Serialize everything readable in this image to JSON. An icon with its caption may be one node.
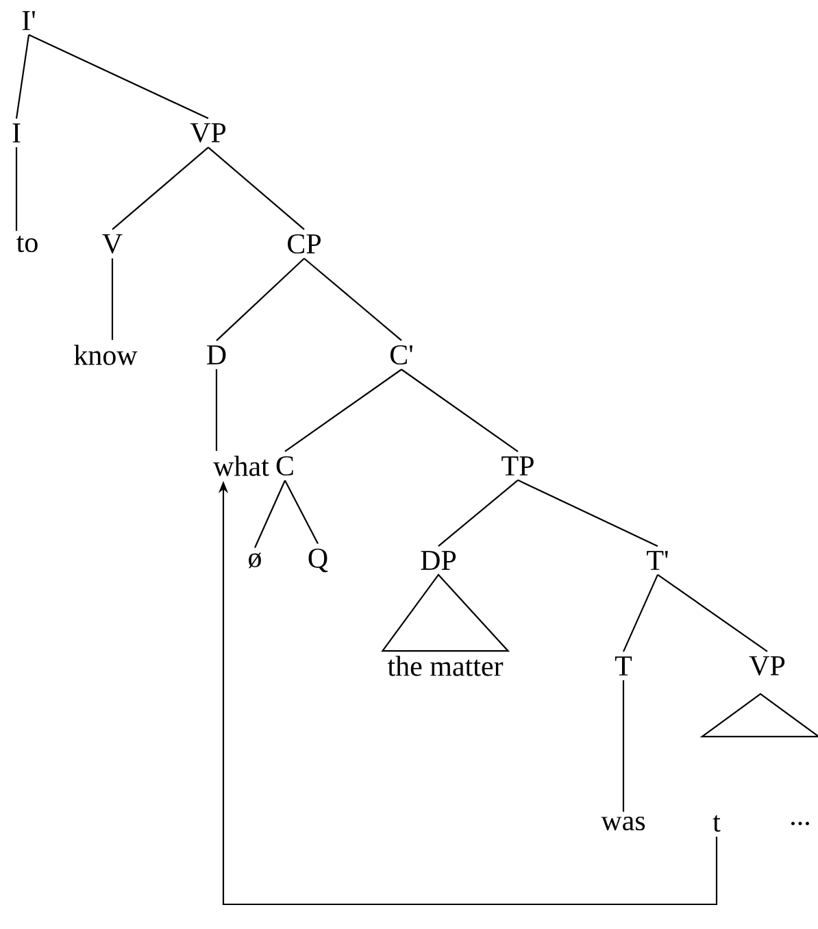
{
  "diagram": {
    "nodes": [
      {
        "text": [
          "I'"
        ]
      },
      {
        "text": [
          "I"
        ]
      },
      {
        "text": [
          "VP"
        ]
      },
      {
        "text": [
          "to"
        ]
      },
      {
        "text": [
          "V"
        ]
      },
      {
        "text": [
          "CP"
        ]
      },
      {
        "text": [
          "know"
        ]
      },
      {
        "text": [
          "D"
        ]
      },
      {
        "text": [
          "C'"
        ]
      },
      {
        "text": [
          "what"
        ]
      },
      {
        "text": [
          "C"
        ]
      },
      {
        "text": [
          "TP"
        ]
      },
      {
        "text": [
          "ø"
        ]
      },
      {
        "text": [
          "Q"
        ]
      },
      {
        "text": [
          "DP"
        ]
      },
      {
        "text": [
          "T'"
        ]
      },
      {
        "text": [
          "the matter"
        ]
      },
      {
        "text": [
          "T"
        ]
      },
      {
        "text": [
          "VP"
        ]
      },
      {
        "text": [
          "was"
        ]
      },
      {
        "text": [
          "t"
        ]
      },
      {
        "text": [
          "..."
        ]
      },
      {
        "text": [],
        "shape": "triangle"
      }
    ],
    "edges": [
      {
        "from": 0,
        "to": 1,
        "arrow": "none"
      },
      {
        "from": 0,
        "to": 2,
        "arrow": "none"
      },
      {
        "from": 1,
        "to": 3,
        "arrow": "none"
      },
      {
        "from": 2,
        "to": 4,
        "arrow": "none"
      },
      {
        "from": 2,
        "to": 5,
        "arrow": "none"
      },
      {
        "from": 4,
        "to": 6,
        "arrow": "none"
      },
      {
        "from": 5,
        "to": 7,
        "arrow": "none"
      },
      {
        "from": 5,
        "to": 8,
        "arrow": "none"
      },
      {
        "from": 7,
        "to": 9,
        "arrow": "none"
      },
      {
        "from": 8,
        "to": 10,
        "arrow": "none"
      },
      {
        "from": 8,
        "to": 11,
        "arrow": "none"
      },
      {
        "from": 10,
        "to": 12,
        "arrow": "none"
      },
      {
        "from": 10,
        "to": 13,
        "arrow": "none"
      },
      {
        "from": 11,
        "to": 14,
        "arrow": "none"
      },
      {
        "from": 11,
        "to": 15,
        "arrow": "none"
      },
      {
        "from": 14,
        "to": 16,
        "arrow": "none"
      },
      {
        "from": 15,
        "to": 17,
        "arrow": "none"
      },
      {
        "from": 15,
        "to": 18,
        "arrow": "none"
      },
      {
        "from": 17,
        "to": 19,
        "arrow": "none"
      },
      {
        "from": 20,
        "to": 9,
        "arrow": "to"
      }
    ]
  }
}
